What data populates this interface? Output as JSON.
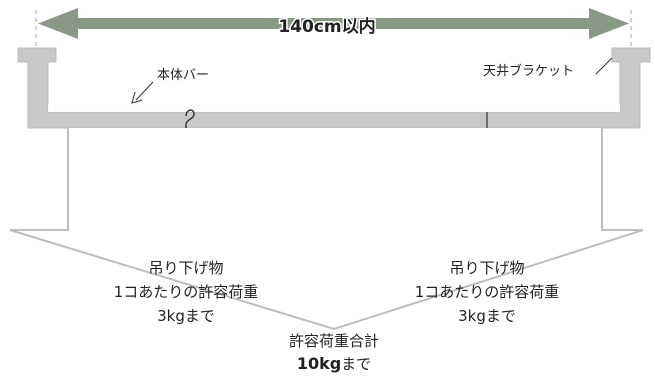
{
  "width_label": "140cm以内",
  "bar_label": "本体バー",
  "bracket_label": "天井ブラケット",
  "left_load": {
    "line1": "吊り下げ物",
    "line2": "1コあたりの許容荷重",
    "line3": "3kgまで"
  },
  "right_load": {
    "line1": "吊り下げ物",
    "line2": "1コあたりの許容荷重",
    "line3": "3kgまで"
  },
  "total_load": {
    "line1": "許容荷重合計",
    "value": "10kg",
    "suffix": "まで"
  },
  "colors": {
    "bar_fill": "#c8c8c8",
    "bar_stroke": "#bdbdbd",
    "arrow": "#8a9985",
    "text": "#222222"
  }
}
